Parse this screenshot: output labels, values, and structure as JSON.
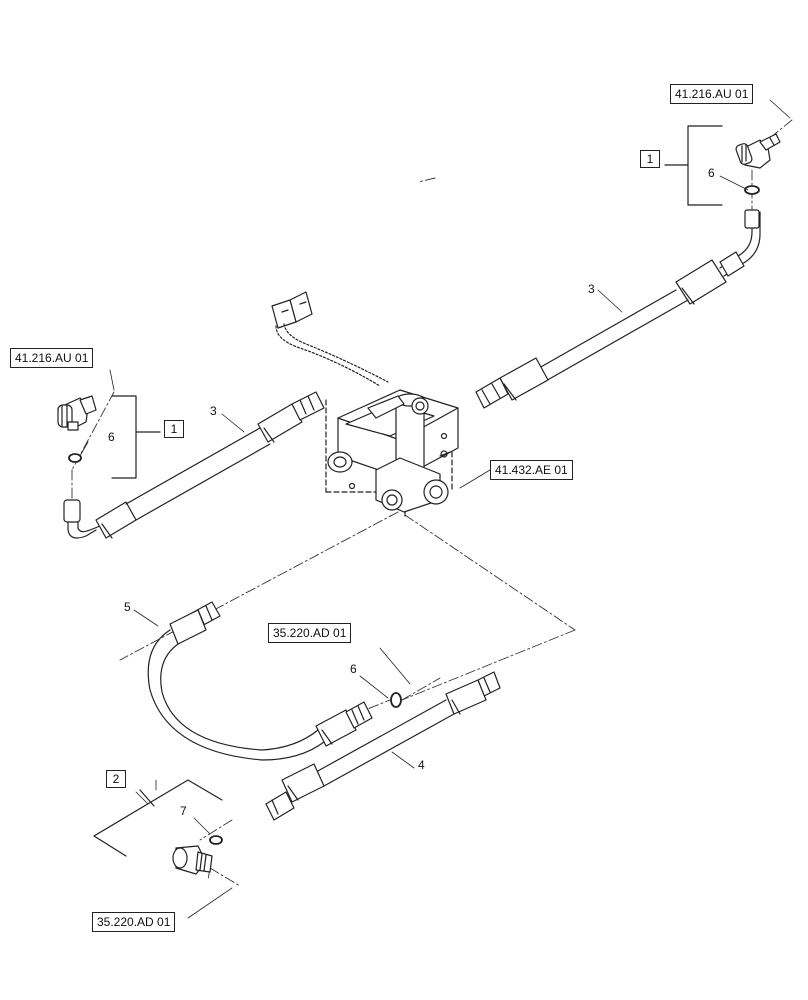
{
  "references": {
    "top_right": "41.216.AU 01",
    "left": "41.216.AU 01",
    "valve": "41.432.AE 01",
    "middle": "35.220.AD 01",
    "bottom": "35.220.AD 01"
  },
  "assembly_labels": {
    "group_top_right": "1",
    "group_left": "1",
    "group_bottom": "2"
  },
  "callouts": {
    "hose_top_right": "3",
    "oring_top_right": "6",
    "hose_left": "3",
    "oring_left": "6",
    "hose_curved": "5",
    "oring_middle": "6",
    "hose_lower": "4",
    "oring_bottom": "7"
  }
}
